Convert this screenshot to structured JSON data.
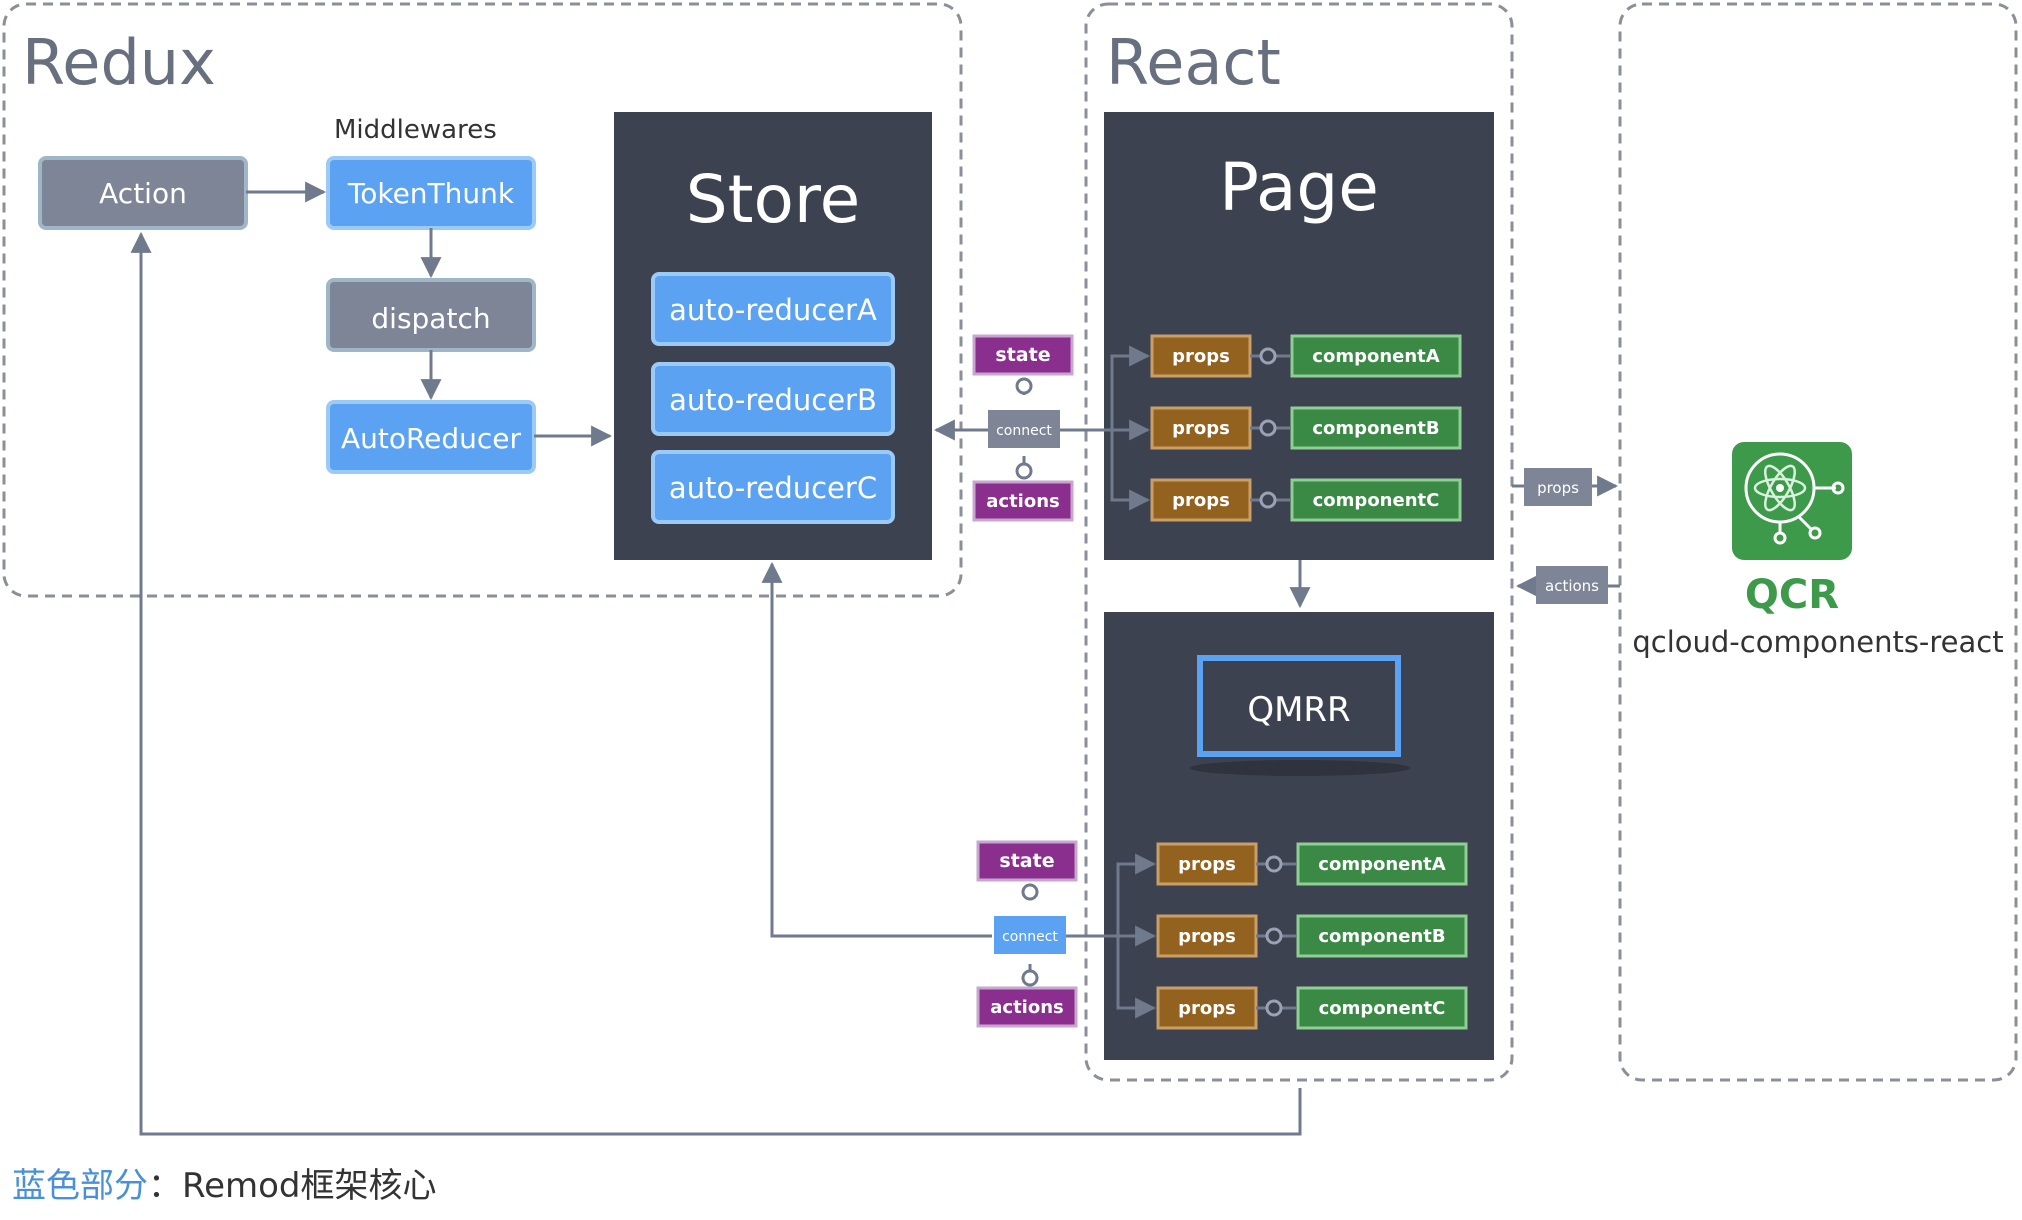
{
  "colors": {
    "container_border": "#8a8f99",
    "dark_panel": "#3d4250",
    "gray_box": "#7d8596",
    "gray_box_border": "#9fb6c9",
    "blue_box": "#5ba3f2",
    "blue_box_border": "#9ccaf7",
    "props_box": "#94621f",
    "component_box": "#3a8a45",
    "purple_box": "#8b2f8e",
    "connector_line": "#6f7a8c",
    "qcr_green": "#3d9a4b",
    "footer_blue": "#4a90d9"
  },
  "containers": {
    "redux_title": "Redux",
    "react_title": "React"
  },
  "redux": {
    "middlewares_label": "Middlewares",
    "action": "Action",
    "token_thunk": "TokenThunk",
    "dispatch": "dispatch",
    "auto_reducer": "AutoReducer"
  },
  "store": {
    "title": "Store",
    "reducers": [
      "auto-reducerA",
      "auto-reducerB",
      "auto-reducerC"
    ]
  },
  "page": {
    "title": "Page",
    "props_label": "props",
    "components": [
      "componentA",
      "componentB",
      "componentC"
    ]
  },
  "qmrr": {
    "title": "QMRR",
    "props_label": "props",
    "components": [
      "componentA",
      "componentB",
      "componentC"
    ]
  },
  "connectors": {
    "state": "state",
    "connect": "connect",
    "actions": "actions"
  },
  "qcr": {
    "icon": "react-atom-icon",
    "title": "QCR",
    "subtitle": "qcloud-components-react",
    "props_label": "props",
    "actions_label": "actions"
  },
  "footer": {
    "highlight": "蓝色部分",
    "sep": "：",
    "rest": "Remod框架核心"
  }
}
